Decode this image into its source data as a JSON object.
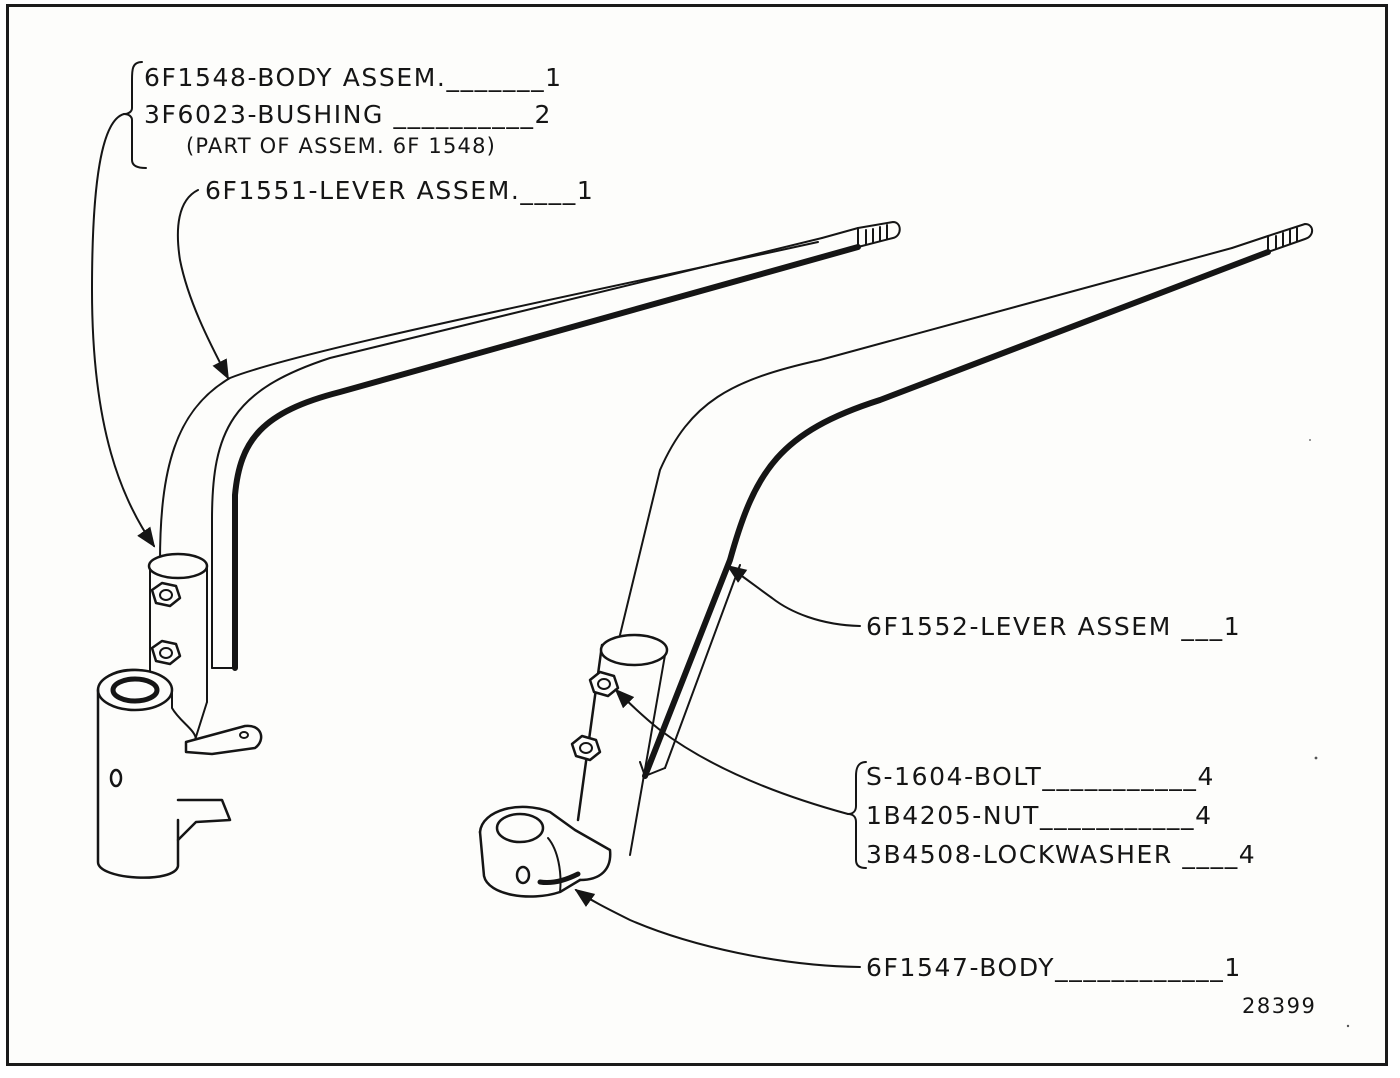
{
  "callouts": {
    "body_assem_6f1548": "6F1548-BODY ASSEM._______1",
    "bushing_3f6023": "3F6023-BUSHING __________2",
    "part_of_assem": "(PART OF ASSEM. 6F 1548)",
    "lever_assem_6f1551": "6F1551-LEVER ASSEM.____1",
    "lever_assem_6f1552": "6F1552-LEVER ASSEM ___1",
    "bolt_s1604": "S-1604-BOLT___________4",
    "nut_1b4205": "1B4205-NUT___________4",
    "lockwasher_3b4508": "3B4508-LOCKWASHER ____4",
    "body_6f1547": "6F1547-BODY____________1"
  },
  "figure_number": "28399",
  "colors": {
    "ink": "#151515",
    "paper": "#fdfdfb",
    "shade": "#2a2a2a"
  }
}
